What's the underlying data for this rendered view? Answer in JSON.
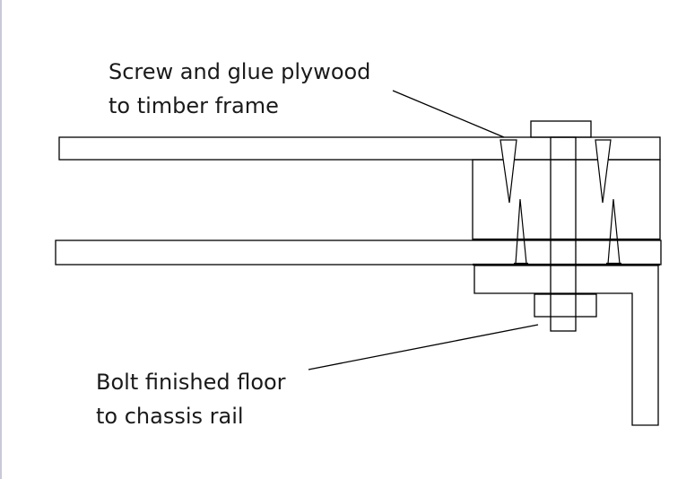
{
  "annotations": {
    "screw_note": {
      "line1": "Screw and glue plywood",
      "line2": "to timber frame"
    },
    "bolt_note": {
      "line1": "Bolt finished floor",
      "line2": "to chassis rail"
    }
  },
  "colors": {
    "stroke": "#000000",
    "text": "#1a1a1a",
    "background": "#ffffff",
    "left_edge": "#c9c9d8"
  }
}
